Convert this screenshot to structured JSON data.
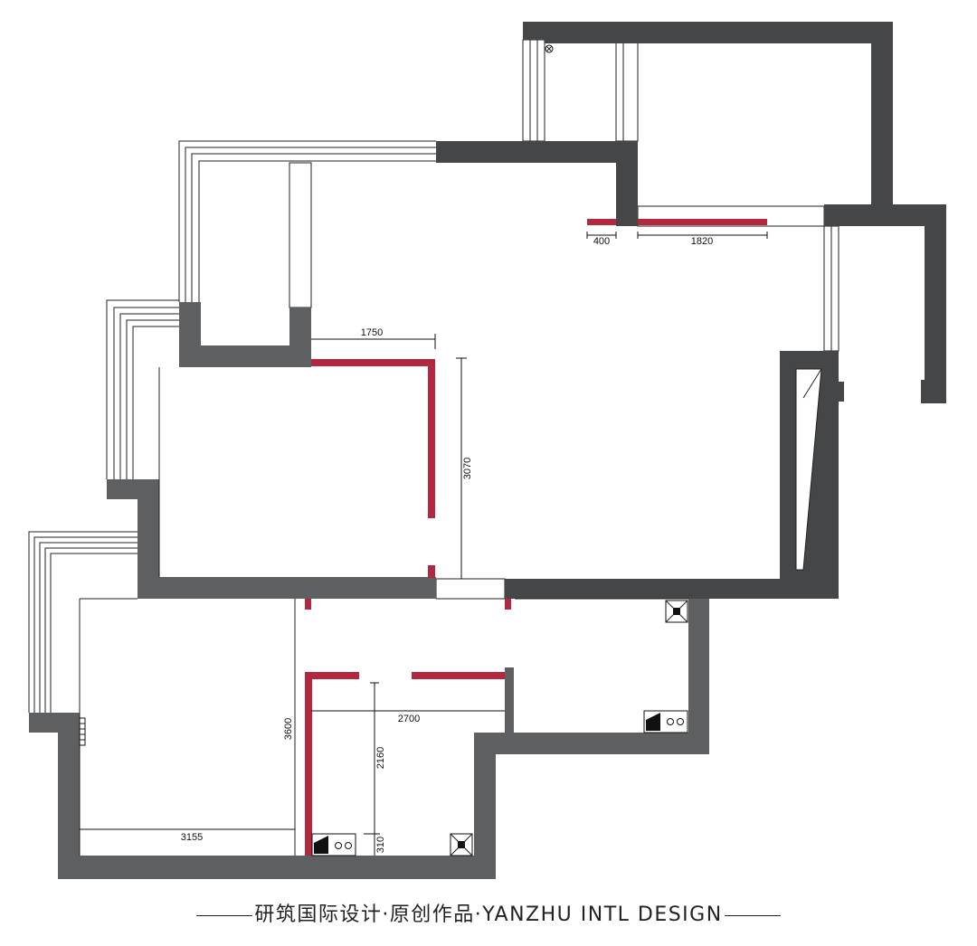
{
  "dimensions": {
    "d400": "400",
    "d1820": "1820",
    "d1750": "1750",
    "d3070": "3070",
    "d2700": "2700",
    "d3600": "3600",
    "d2160": "2160",
    "d310": "310",
    "d3155": "3155"
  },
  "caption": {
    "text": "研筑国际设计·原创作品·YANZHU INTL DESIGN"
  },
  "colors": {
    "wall": "#5d5f60",
    "wall_dark": "#454647",
    "new_partition": "#b3283f"
  }
}
